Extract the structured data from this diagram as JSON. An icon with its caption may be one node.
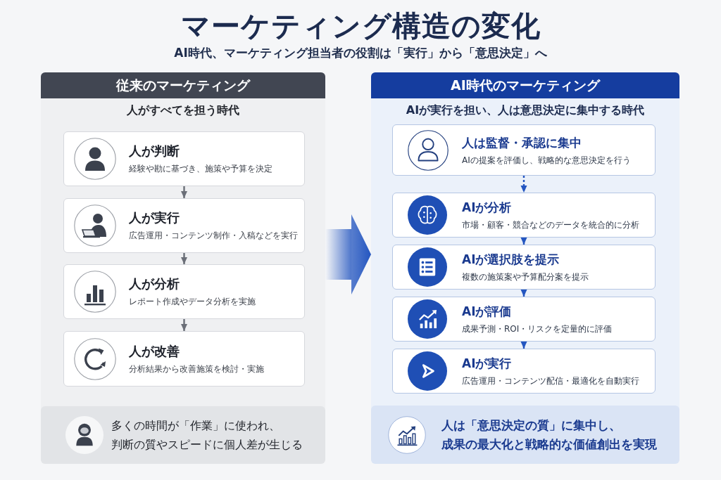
{
  "diagram": {
    "title": "マーケティング構造の変化",
    "nodes": [
      {
        "text": [
          "従来のマーケティング",
          "人がすべてを担う時代"
        ]
      },
      {
        "text": [
          "人が判断",
          "経験や勘に基づき、施策や予算を決定"
        ],
        "in": 0
      },
      {
        "text": [
          "人が実行",
          "広告運用・コンテンツ制作・入稿などを実行"
        ],
        "in": 0
      },
      {
        "text": [
          "人が分析",
          "レポート作成やデータ分析を実施"
        ],
        "in": 0
      },
      {
        "text": [
          "人が改善",
          "分析結果から改善施策を検討・実施"
        ],
        "in": 0
      },
      {
        "text": [
          "多くの時間が「作業」に使われ、判断の質やスピードに個人差が生じる"
        ],
        "in": 0
      },
      {
        "text": [
          "AI時代のマーケティング",
          "AIが実行を担い、人は意思決定に集中する時代"
        ]
      },
      {
        "text": [
          "人は監督・承認に集中",
          "AIの提案を評価し、戦略的な意思決定を行う"
        ],
        "in": 6
      },
      {
        "text": [
          "AIが分析",
          "市場・顧客・競合などのデータを統合的に分析"
        ],
        "in": 6
      },
      {
        "text": [
          "AIが選択肢を提示",
          "複数の施策案や予算配分案を提示"
        ],
        "in": 6
      },
      {
        "text": [
          "AIが評価",
          "成果予測・ROI・リスクを定量的に評価"
        ],
        "in": 6
      },
      {
        "text": [
          "AIが実行",
          "広告運用・コンテンツ配信・最適化を自動実行"
        ],
        "in": 6
      },
      {
        "text": [
          "人は「意思決定の質」に集中し、成果の最大化と戦略的な価値創出を実現"
        ],
        "in": 6
      }
    ],
    "edges": [
      {
        "from": 1,
        "to": 2,
        "arrow": "to",
        "color": "#6b6f78"
      },
      {
        "from": 2,
        "to": 3,
        "arrow": "to",
        "color": "#6b6f78"
      },
      {
        "from": 3,
        "to": 4,
        "arrow": "to",
        "color": "#6b6f78"
      },
      {
        "from": 7,
        "to": 8,
        "arrow": "to",
        "style": "dashed"
      },
      {
        "from": 8,
        "to": 9,
        "arrow": "to"
      },
      {
        "from": 9,
        "to": 10,
        "arrow": "to"
      },
      {
        "from": 10,
        "to": 11,
        "arrow": "to"
      },
      {
        "from": 0,
        "to": 6,
        "arrow": "to",
        "style": "thick"
      }
    ],
    "labels": [
      "AI時代、マーケティング担当者の役割は「実行」から「意思決定」へ"
    ]
  }
}
